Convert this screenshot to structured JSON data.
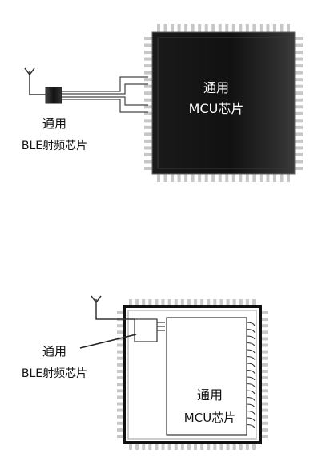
{
  "top": {
    "mcu_line1": "通用",
    "mcu_line2": "MCU芯片",
    "ble_line1": "通用",
    "ble_line2": "BLE射频芯片"
  },
  "bottom": {
    "ble_line1": "通用",
    "ble_line2": "BLE射频芯片",
    "mcu_line1": "通用",
    "mcu_line2": "MCU芯片"
  }
}
